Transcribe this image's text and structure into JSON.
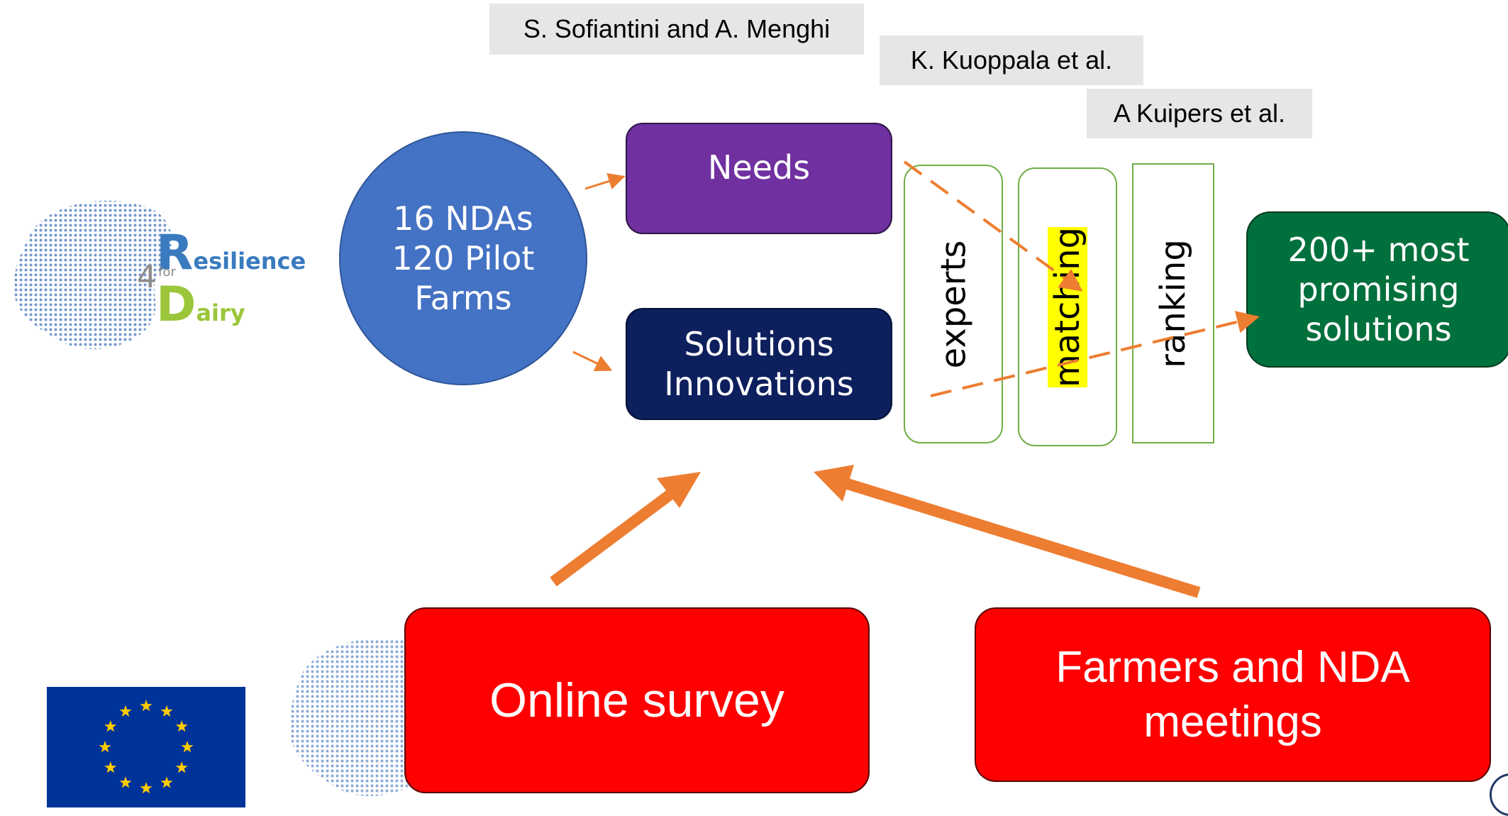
{
  "authors": {
    "first": "S. Sofiantini and A. Menghi",
    "second": "K. Kuoppala et al.",
    "third": "A Kuipers et al."
  },
  "logo": {
    "text_big_r": "R",
    "text_esilience": "esilience",
    "text_four": "4",
    "text_for": "for",
    "text_big_d": "D",
    "text_airy": "airy"
  },
  "circle": {
    "line1": "16 NDAs",
    "line2": "120 Pilot",
    "line3": "Farms"
  },
  "needs": {
    "label": "Needs"
  },
  "solutions": {
    "line1": "Solutions",
    "line2": "Innovations"
  },
  "stages": {
    "experts": "experts",
    "matching": "matching",
    "ranking": "ranking"
  },
  "result": {
    "line1": "200+ most",
    "line2": "promising",
    "line3": "solutions"
  },
  "sources": {
    "online": "Online survey",
    "meetings_line1": "Farmers and NDA",
    "meetings_line2": "meetings"
  },
  "colors": {
    "circle": "#4472c4",
    "needs": "#7030a0",
    "solutions": "#0d1f5c",
    "result": "#00703c",
    "source_box": "#ff0000",
    "arrow": "#ed7d31",
    "stage_border": "#70ad47",
    "highlight": "#ffff00",
    "eu_flag": "#003399",
    "eu_star": "#ffcc00",
    "logo_blue": "#3a7bbf",
    "logo_green": "#9bc63b"
  }
}
